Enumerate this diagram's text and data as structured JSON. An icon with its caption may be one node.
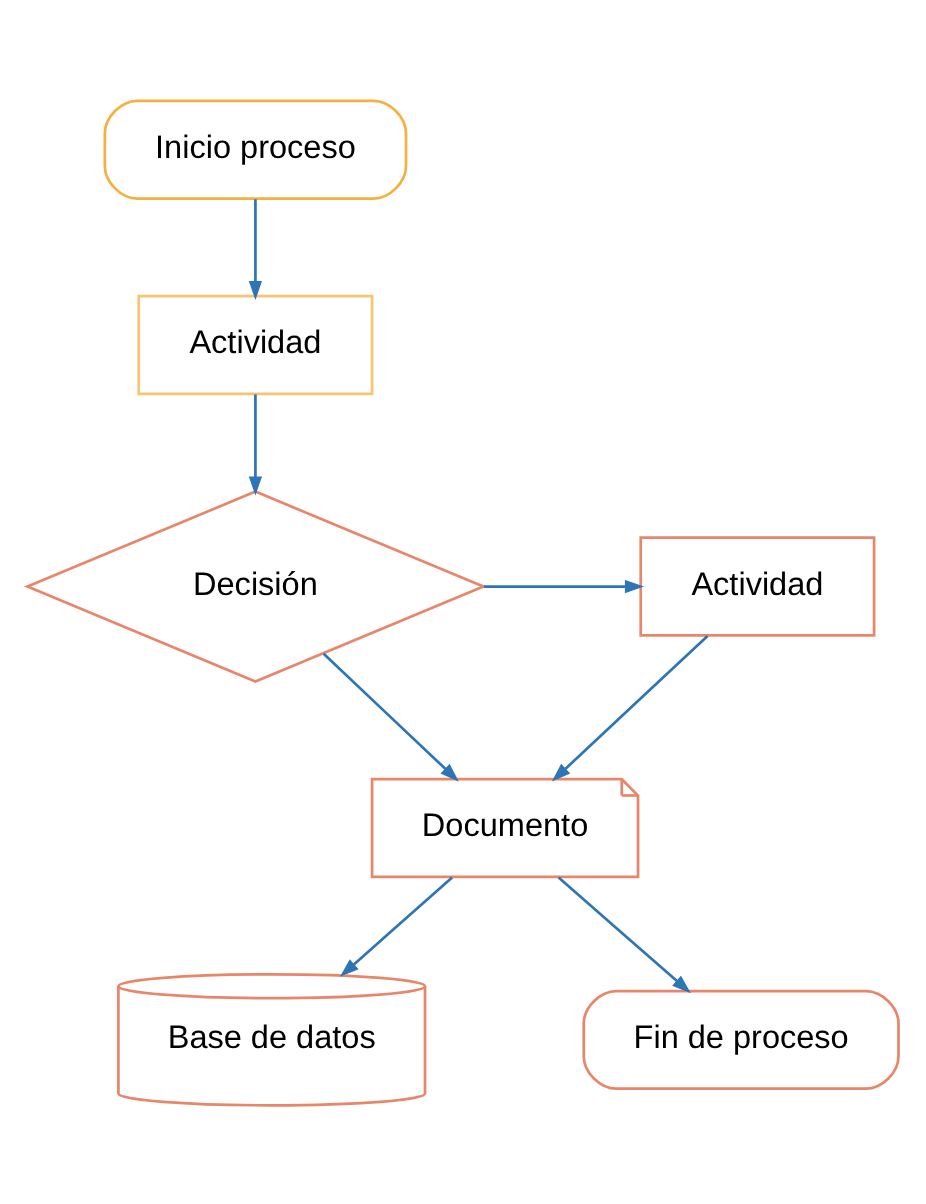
{
  "diagram": {
    "nodes": [
      {
        "text": [
          "Inicio proceso"
        ]
      },
      {
        "text": [
          "Actividad"
        ]
      },
      {
        "text": [
          "Decisión"
        ]
      },
      {
        "text": [
          "Actividad"
        ]
      },
      {
        "text": [
          "Documento"
        ]
      },
      {
        "text": [
          "Base de datos"
        ]
      },
      {
        "text": [
          "Fin de proceso"
        ]
      }
    ],
    "edges": [
      {
        "from": 0,
        "to": 1,
        "arrow": "to"
      },
      {
        "from": 1,
        "to": 2,
        "arrow": "to"
      },
      {
        "from": 2,
        "to": 3,
        "arrow": "to"
      },
      {
        "from": 3,
        "to": 4,
        "arrow": "to"
      },
      {
        "from": 2,
        "to": 4,
        "arrow": "to"
      },
      {
        "from": 4,
        "to": 6,
        "arrow": "to"
      },
      {
        "from": 4,
        "to": 5,
        "arrow": "to"
      }
    ]
  }
}
